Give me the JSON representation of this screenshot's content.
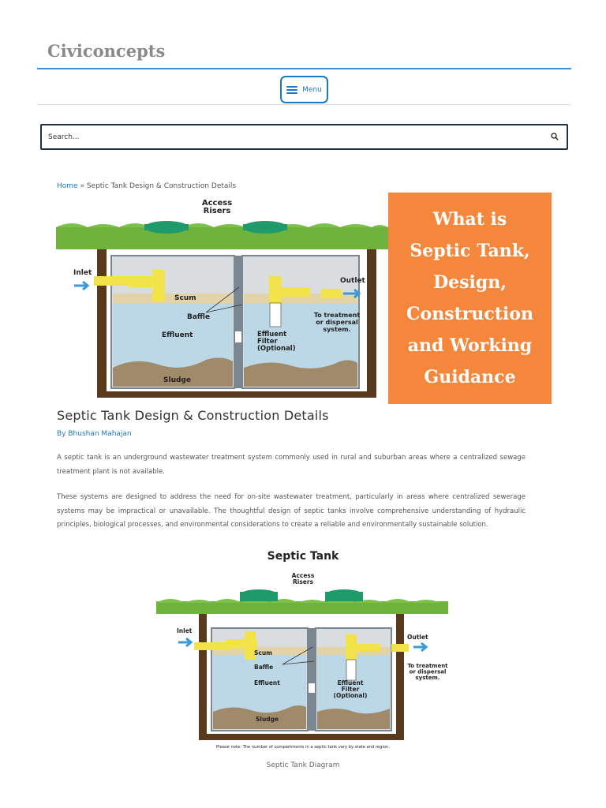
{
  "site": {
    "title": "Civiconcepts"
  },
  "nav": {
    "menu_label": "Menu"
  },
  "search": {
    "placeholder": "Search..."
  },
  "breadcrumb": {
    "home": "Home",
    "separator": "»",
    "current": "Septic Tank Design & Construction Details"
  },
  "hero": {
    "diagram": {
      "access_risers": "Access\nRisers",
      "inlet": "Inlet",
      "outlet": "Outlet",
      "scum": "Scum",
      "baffle": "Baffle",
      "effluent": "Effluent",
      "effluent_filter": "Effluent\nFilter\n(Optional)",
      "to_treatment": "To treatment\nor dispersal\nsystem.",
      "sludge": "Sludge"
    },
    "title_lines": [
      "What is",
      "Septic Tank,",
      "Design,",
      "Construction",
      "and Working",
      "Guidance"
    ]
  },
  "post": {
    "title": "Septic Tank Design & Construction Details",
    "byline": "By Bhushan Mahajan",
    "paragraphs": [
      "A septic tank is an underground wastewater treatment system commonly used in rural and suburban areas where a centralized sewage treatment plant is not available.",
      "These systems are designed to address the need for on-site wastewater treatment, particularly in areas where centralized sewerage systems may be impractical or unavailable. The thoughtful design of septic tanks involve comprehensive understanding of hydraulic principles, biological processes, and environmental considerations to create a reliable and environmentally sustainable solution."
    ]
  },
  "figure": {
    "heading": "Septic Tank",
    "access_risers": "Access\nRisers",
    "inlet": "Inlet",
    "outlet": "Outlet",
    "scum": "Scum",
    "baffle": "Baffle",
    "effluent": "Effluent",
    "effluent_filter": "Effluent\nFilter\n(Optional)",
    "to_treatment": "To treatment\nor dispersal\nsystem.",
    "sludge": "Sludge",
    "note": "Please note: The number of compartments in a septic tank vary by state and region.",
    "caption": "Septic Tank Diagram"
  },
  "colors": {
    "link": "#1a78c8",
    "header_rule": "#3b8fd8",
    "hero_panel": "#f4873b",
    "grass": "#6fb33d",
    "soil": "#5a3a1c",
    "riser": "#1f9a6a",
    "pipe": "#f3e34a",
    "water": "#bcd8e6",
    "sludge": "#a08a6a"
  }
}
